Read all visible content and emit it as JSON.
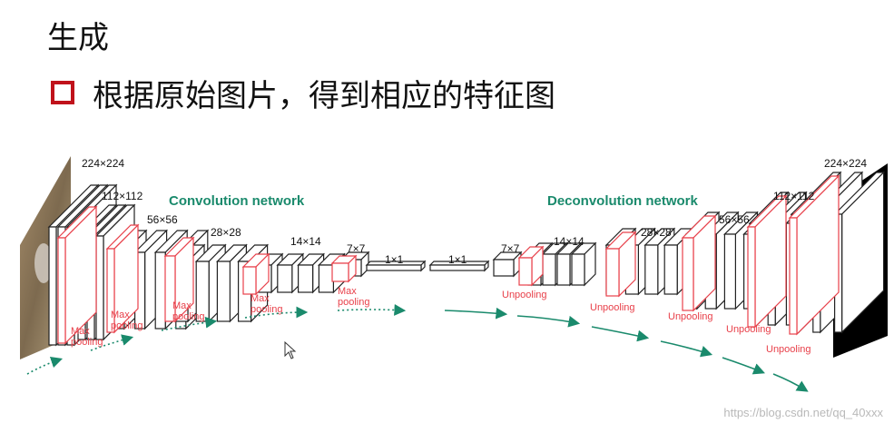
{
  "slide": {
    "title": "生成",
    "bullet": "根据原始图片，得到相应的特征图"
  },
  "diagram": {
    "conv_title": "Convolution network",
    "deconv_title": "Deconvolution network",
    "dims": [
      "224×224",
      "112×112",
      "56×56",
      "28×28",
      "14×14",
      "7×7",
      "1×1",
      "1×1",
      "7×7",
      "14×14",
      "28×28",
      "56×56",
      "112×112",
      "224×224"
    ],
    "pool_label_line1": "Max",
    "pool_label_line2": "pooling",
    "unpool_label": "Unpooling",
    "colors": {
      "network_title": "#1a8a6c",
      "pool": "#e8404a",
      "layer_stroke": "#222222",
      "arrow": "#1a8a6c"
    }
  },
  "watermark": "https://blog.csdn.net/qq_40xxx"
}
